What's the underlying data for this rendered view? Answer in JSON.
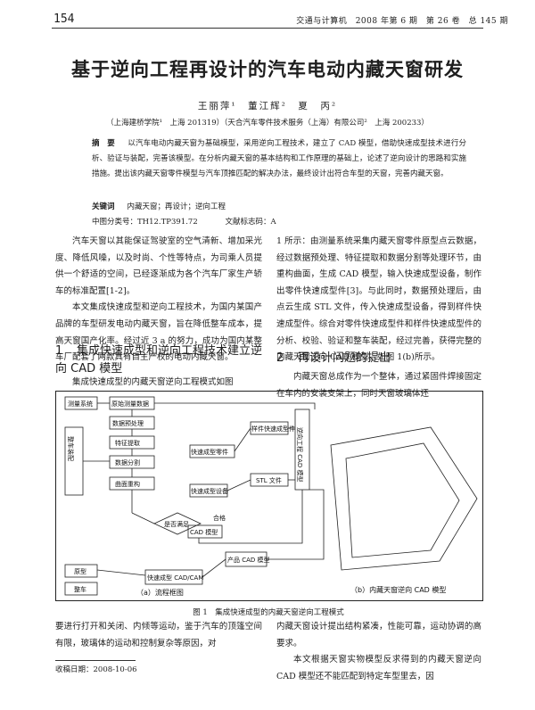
{
  "header": {
    "page_number": "154",
    "journal": "交通与计算机　2008 年第 6 期　第 26 卷　总 145 期"
  },
  "title": "基于逆向工程再设计的汽车电动内藏天窗研发",
  "authors": "王丽萍¹　董江辉²　夏　丙²",
  "affiliations": "（上海建桥学院¹　上海 201319）（天合汽车零件技术服务（上海）有限公司²　上海 200233）",
  "abstract": {
    "label": "摘　要",
    "text": "以汽车电动内藏天窗为基础模型，采用逆向工程技术，建立了 CAD 模型，借助快速成型技术进行分析、验证与装配，完善该模型。在分析内藏天窗的基本结构和工作原理的基础上，论述了逆向设计的思路和实施措施。提出该内藏天窗零件模型与汽车顶推匹配的解决办法，最终设计出符合车型的天窗，完善内藏天窗。"
  },
  "keywords": {
    "label": "关键词",
    "text": "内藏天窗；再设计；逆向工程"
  },
  "classification": {
    "clc": "中图分类号：TH12.TP391.72",
    "doc": "文献标志码：A"
  },
  "left_column": {
    "intro_p1": "汽车天窗以其能保证驾驶室的空气清新、增加采光度、降低风噪，以及时尚、个性等特点，为司乘人员提供一个舒适的空间，已经逐渐成为各个汽车厂家生产轿车的标准配置[1-2]。",
    "intro_p2": "本文集成快速成型和逆向工程技术，为国内某国产品牌的车型研发电动内藏天窗，旨在降低整车成本，提高天窗国产化率。经过近 3 a 的努力，成功为国内某整车厂配套了两款具有自主产权的电动内藏天窗。",
    "section1_num": "1",
    "section1_title": "集成快速成型和逆向工程技术建立逆向 CAD 模型",
    "section1_p": "集成快速成型的内藏天窗逆向工程模式如图"
  },
  "right_column": {
    "cont_p": "1 所示：由测量系统采集内藏天窗零件原型点云数据，经过数据预处理、特征提取和数据分割等处理环节，由重构曲面，生成 CAD 模型，输入快速成型设备，制作出零件快速成型件[3]。与此同时，数据预处理后，由点云生成 STL 文件，传入快速成型设备，得到样件快速成型件。综合对零件快速成型件和样件快速成型件的分析、校验、验证和整车装配，经过完善，获得完整的内藏天窗逆向 CAD 模型，如图 1(b)所示。",
    "section2_num": "2",
    "section2_title": "再设计问题的提出",
    "section2_p": "内藏天窗总成作为一个整体，通过紧固件焊接固定在车内的安装支架上，同时天窗玻璃体还"
  },
  "figure": {
    "caption": "图 1　集成快速成型的内藏天窗逆向工程模式",
    "sub_a": "（a）流程框图",
    "sub_b": "（b）内藏天窗逆向 CAD 模型",
    "boxes": {
      "measure_system": "测量系统",
      "raw_data": "原始测量数据",
      "preprocess": "数据预处理",
      "feature": "特征提取",
      "segment": "数据分割",
      "surface": "曲面重构",
      "cad_model": "CAD 模型",
      "compare": "是否满足",
      "stl_file": "STL 文件",
      "rp_device_1": "快速成型设备",
      "rp_part": "快速成型零件",
      "sample_part": "样件快速成型件",
      "reverse_cad": "逆向工程 CAD 模型",
      "assembly": "整车装配",
      "prototype": "原型",
      "vehicle": "整车",
      "rp_cad_box": "快速成型 CAD/CAM",
      "rp_cad": "产品 CAD 模型",
      "qualify": "合格"
    }
  },
  "bottom": {
    "left_p": "要进行打开和关闭、内倾等运动，鉴于汽车的顶篷空间有限，玻璃体的运动和控制复杂等原因，对",
    "right_p1": "内藏天窗设计提出结构紧凑，性能可靠，运动协调的高要求。",
    "right_p2": "本文根据天窗实物模型反求得到的内藏天窗逆向 CAD 模型还不能匹配到特定车型里去，因"
  },
  "footnote": "收稿日期：2008-10-06"
}
